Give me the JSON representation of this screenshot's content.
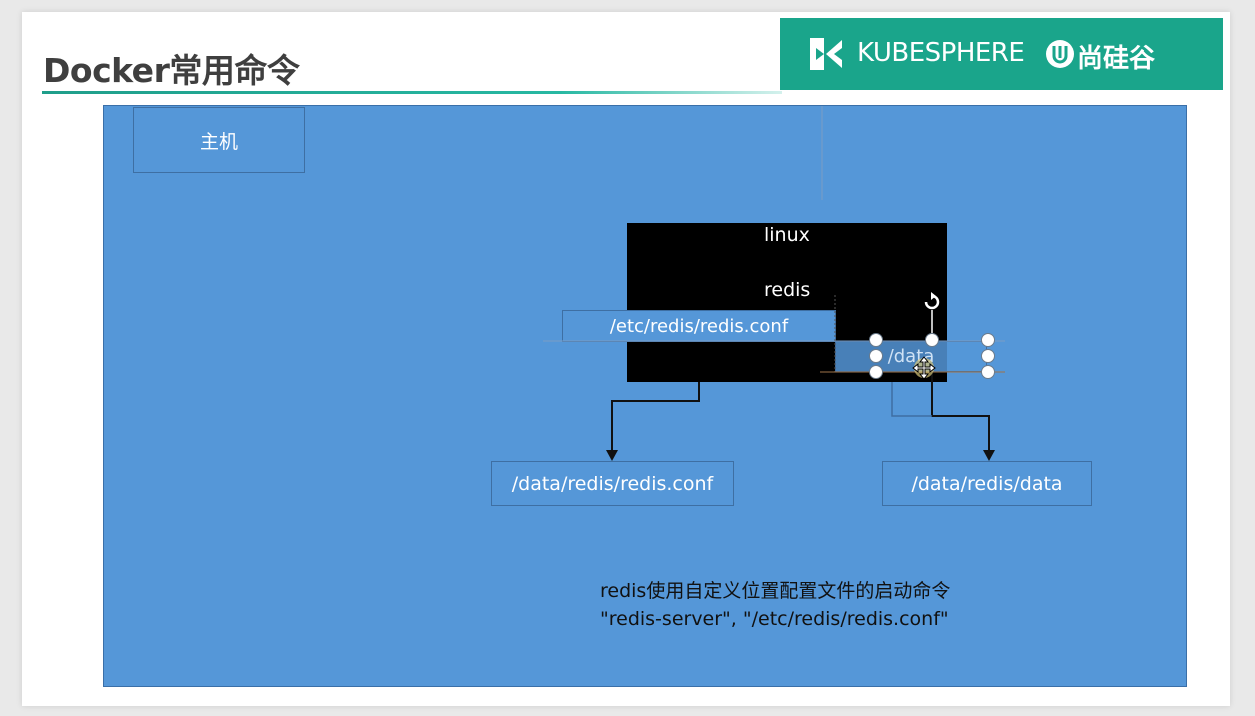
{
  "slide": {
    "title": "Docker常用命令",
    "banner": {
      "brand": "KUBESPHERE",
      "partner": "尚硅谷",
      "color": "#1aa58b"
    }
  },
  "diagram": {
    "host_label": "主机",
    "linux_label": "linux",
    "redis_label": "redis",
    "container_conf_path": "/etc/redis/redis.conf",
    "container_data_path": "/data",
    "host_conf_path": "/data/redis/redis.conf",
    "host_data_path": "/data/redis/data",
    "note_line1": "redis使用自定义位置配置文件的启动命令",
    "note_line2": "\"redis-server\", \"/etc/redis/redis.conf\"",
    "colors": {
      "board": "#5597d8",
      "container": "#000000",
      "border": "#3e6fa3"
    }
  }
}
